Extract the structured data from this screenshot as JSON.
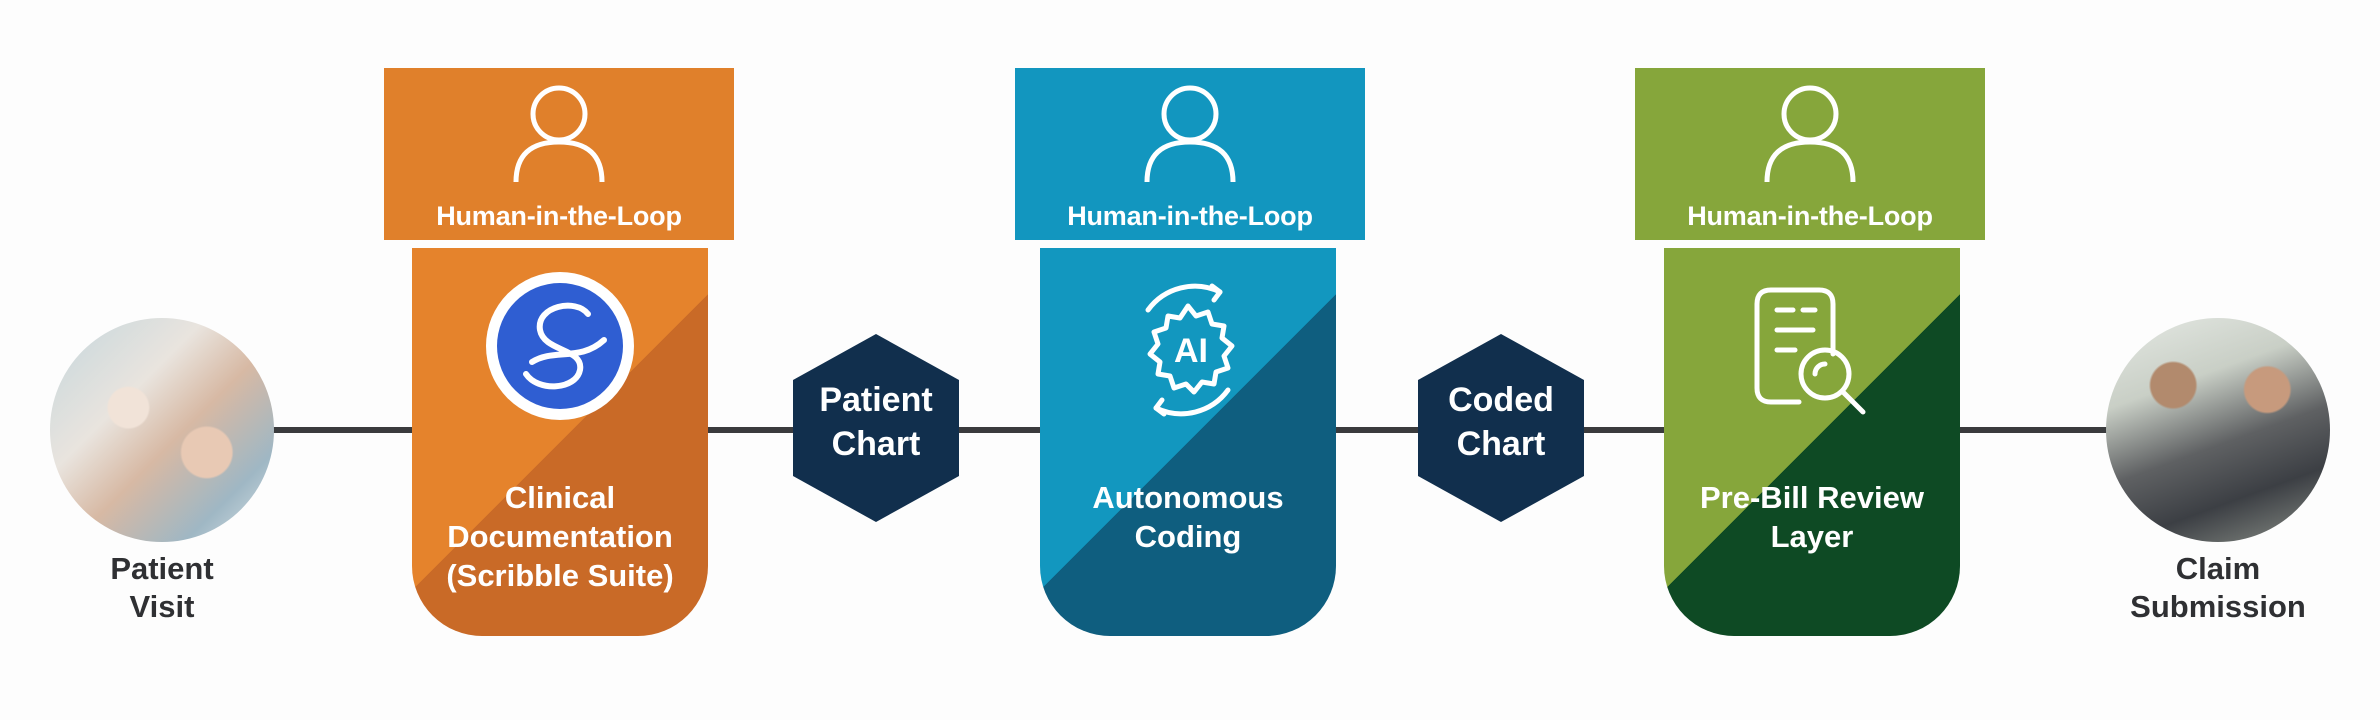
{
  "endpoints": {
    "start": {
      "label_line1": "Patient",
      "label_line2": "Visit"
    },
    "end": {
      "label_line1": "Claim",
      "label_line2": "Submission"
    }
  },
  "stages": [
    {
      "hitl_label": "Human-in-the-Loop",
      "label_line1": "Clinical",
      "label_line2": "Documentation",
      "label_line3": "(Scribble Suite)",
      "icon": "scribble-logo-icon",
      "header_color": "#e0802b",
      "card_color_light": "#e5832c",
      "card_color_dark": "#c96a27"
    },
    {
      "hitl_label": "Human-in-the-Loop",
      "label_line1": "Autonomous",
      "label_line2": "Coding",
      "icon_text": "AI",
      "icon": "ai-gear-icon",
      "header_color": "#1296bf",
      "card_color_light": "#1297bf",
      "card_color_dark": "#0f5e7f"
    },
    {
      "hitl_label": "Human-in-the-Loop",
      "label_line1": "Pre-Bill Review",
      "label_line2": "Layer",
      "icon": "document-search-icon",
      "header_color": "#86a63b",
      "card_color_light": "#86a63b",
      "card_color_dark": "#0e4a24"
    }
  ],
  "connectors": [
    {
      "label_line1": "Patient",
      "label_line2": "Chart",
      "color": "#112f4d"
    },
    {
      "label_line1": "Coded",
      "label_line2": "Chart",
      "color": "#112f4d"
    }
  ]
}
